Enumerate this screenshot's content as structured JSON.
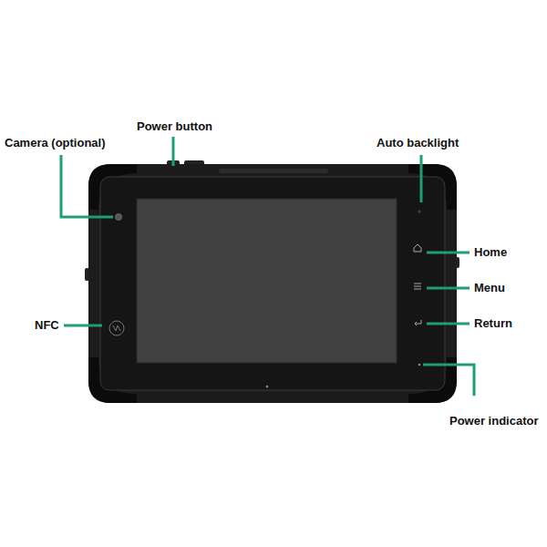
{
  "diagram": {
    "labels": [
      "Power button",
      "Camera (optional)",
      "Auto backlight",
      "Home",
      "Menu",
      "Return",
      "NFC",
      "Power indicator"
    ]
  }
}
